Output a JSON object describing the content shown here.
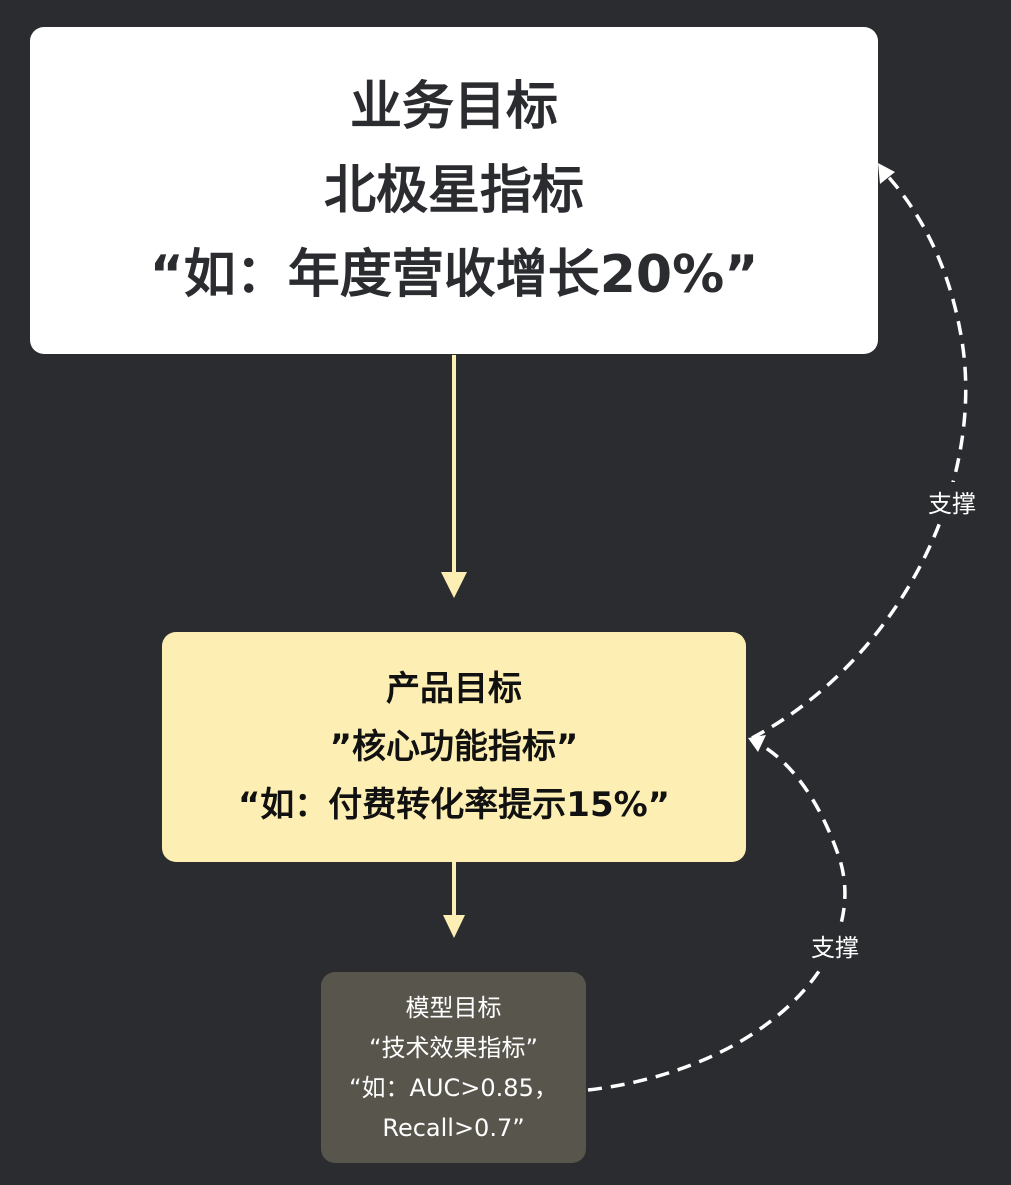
{
  "business_goal": {
    "lines": [
      "业务目标",
      "北极星指标",
      "“如：年度营收增长20%”"
    ]
  },
  "product_goal": {
    "lines": [
      "产品目标",
      "”核心功能指标”",
      "“如：付费转化率提示15%”"
    ]
  },
  "model_goal": {
    "lines": [
      "模型目标",
      "“技术效果指标”",
      "“如：AUC>0.85，",
      "Recall>0.7”"
    ]
  },
  "edges": {
    "support_label_1": "支撑",
    "support_label_2": "支撑"
  },
  "colors": {
    "background": "#2b2c30",
    "business": "#ffffff",
    "product": "#fdefb3",
    "model": "#58554c",
    "arrow": "#fdefb3"
  }
}
